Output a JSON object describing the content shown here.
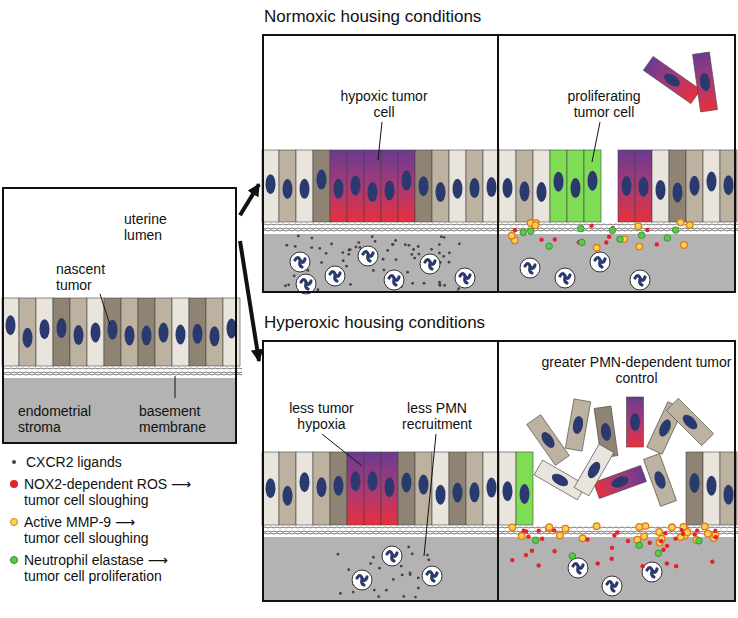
{
  "diagram": {
    "nodes": [
      {
        "text": [
          "uterine lumen",
          "nascent tumor",
          "endometrial stroma",
          "basement membrane"
        ]
      },
      {
        "text": [
          "Normoxic housing conditions"
        ]
      },
      {
        "text": [
          "hypoxic tumor cell"
        ],
        "in": 1
      },
      {
        "text": [
          "proliferating tumor cell"
        ],
        "in": 1
      },
      {
        "text": [
          "Hyperoxic housing conditions"
        ]
      },
      {
        "text": [
          "less tumor hypoxia",
          "less PMN recruitment"
        ],
        "in": 4
      },
      {
        "text": [
          "greater PMN-dependent tumor control"
        ],
        "in": 4
      }
    ],
    "edges": [
      {
        "from": 0,
        "to": 1,
        "arrow": "to"
      },
      {
        "from": 0,
        "to": 4,
        "arrow": "to"
      }
    ],
    "legend": [
      {
        "text": "CXCR2 ligands",
        "color": "#444444"
      },
      {
        "text": "NOX2-dependent ROS ⟶ tumor cell sloughing",
        "color": "#e8202a"
      },
      {
        "text": "Active MMP-9 ⟶ tumor cell sloughing",
        "color": "#f7d44c"
      },
      {
        "text": "Neutrophil elastase ⟶ tumor cell proliferation",
        "color": "#5cc84a"
      }
    ]
  }
}
